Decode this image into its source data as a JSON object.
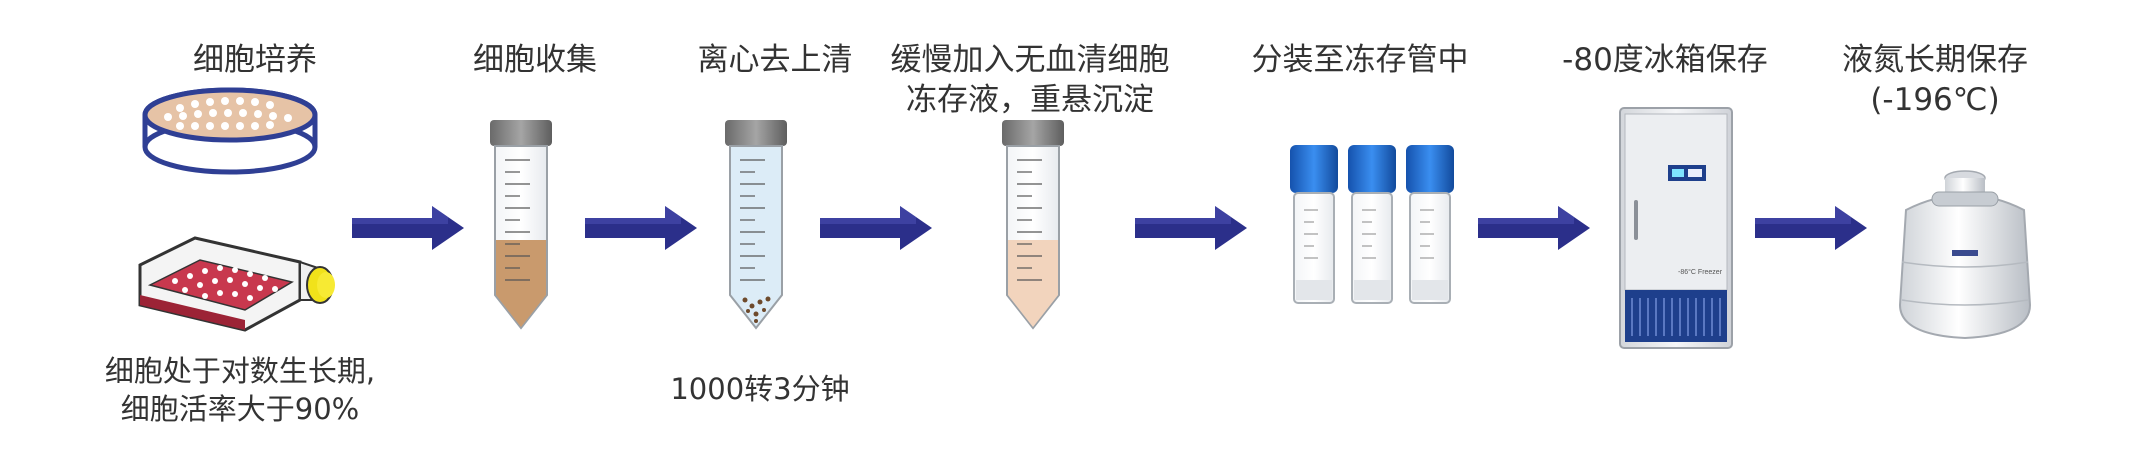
{
  "steps": [
    {
      "title": "细胞培养",
      "note_line1": "细胞处于对数生长期,",
      "note_line2": "细胞活率大于90%"
    },
    {
      "title": "细胞收集"
    },
    {
      "title": "离心去上清",
      "note": "1000转3分钟"
    },
    {
      "title_line1": "缓慢加入无血清细胞",
      "title_line2": "冻存液，重悬沉淀"
    },
    {
      "title": "分装至冻存管中"
    },
    {
      "title": "-80度冰箱保存",
      "freezer_text": "-86°C Freezer"
    },
    {
      "title_line1": "液氮长期保存",
      "title_line2": "(-196℃)"
    }
  ],
  "colors": {
    "arrow": "#2b2f8a",
    "dish_outline": "#2f3f94",
    "dish_media": "#e6c3a6",
    "flask_media": "#c8384e",
    "tube_cap": "#7d7d7d",
    "cryo_cap": "#1f6fd0",
    "freezer_body": "#e8e9ec",
    "freezer_panel": "#1e3f8c"
  },
  "icons": [
    "dish-icon",
    "flask-icon",
    "centrifuge-tube-icon",
    "cryovial-icon",
    "freezer-icon",
    "dewar-icon",
    "arrow-icon"
  ]
}
